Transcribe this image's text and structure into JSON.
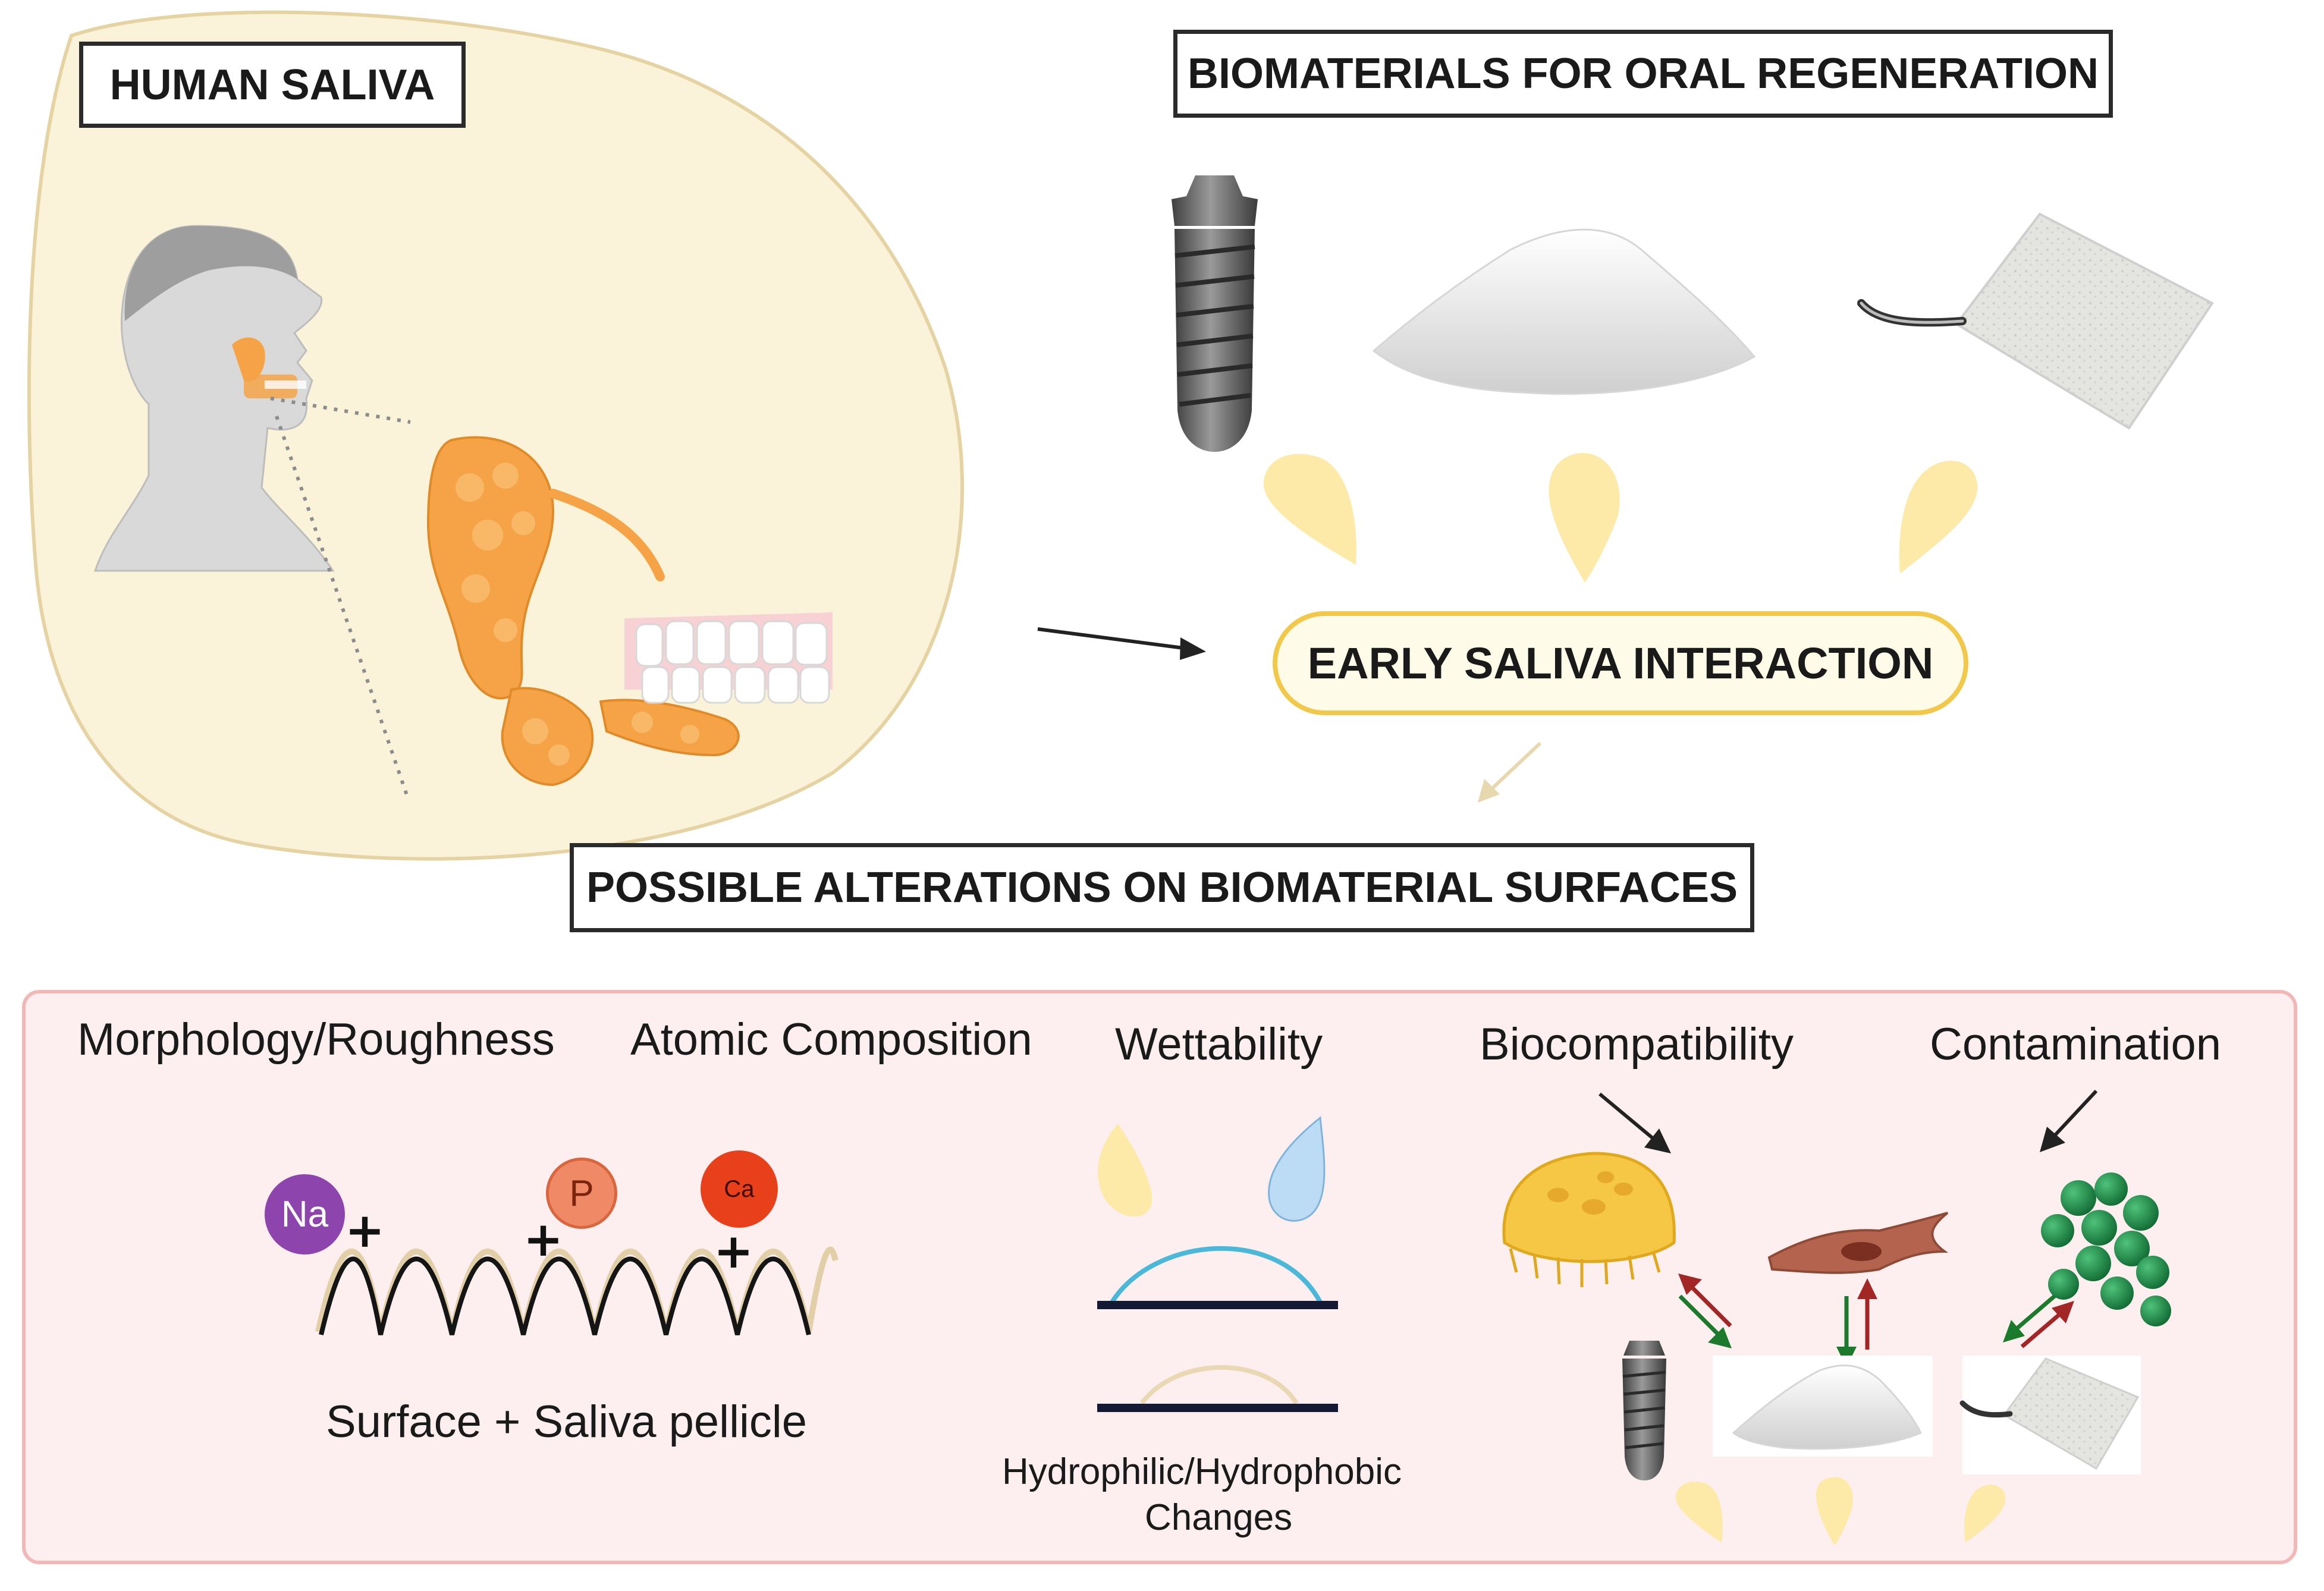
{
  "headings": {
    "human_saliva": "HUMAN SALIVA",
    "biomaterials": "BIOMATERIALS FOR ORAL REGENERATION",
    "early_interaction": "EARLY SALIVA INTERACTION",
    "possible_alterations": "POSSIBLE ALTERATIONS ON BIOMATERIAL SURFACES"
  },
  "properties": {
    "morphology": "Morphology/Roughness",
    "atomic": "Atomic Composition",
    "wettability": "Wettability",
    "biocompatibility": "Biocompatibility",
    "contamination": "Contamination"
  },
  "ions": {
    "sodium": "Na",
    "phosphorus": "P",
    "calcium": "Ca",
    "plus": "+"
  },
  "captions": {
    "surface_pellicle": "Surface + Saliva pellicle",
    "hydro_line1": "Hydrophilic/Hydrophobic",
    "hydro_line2": "Changes"
  },
  "icons": [
    "human-head-icon",
    "salivary-gland-icon",
    "teeth-icon",
    "dental-implant-icon",
    "powder-pile-icon",
    "membrane-sheet-icon",
    "saliva-drop-icon",
    "arrow-icon",
    "osteoclast-cell-icon",
    "fibroblast-cell-icon",
    "bacteria-cluster-icon"
  ],
  "colors": {
    "saliva_region": "#fbf3d9",
    "saliva_outline": "#e6d3a3",
    "drop": "#fde9a8",
    "water_drop": "#bcdcf5",
    "gland": "#f5a346",
    "pill_border": "#f2c84b",
    "panel_bg": "#fdeff0",
    "panel_border": "#f2b8b8",
    "na": "#8e44ad",
    "p": "#f08a66",
    "ca": "#e8401a",
    "osteoclast": "#f6c744",
    "fibroblast": "#b4644e",
    "bacteria": "#1e8a4a",
    "arrow_green": "#1c7a2c",
    "arrow_red": "#a32626"
  }
}
